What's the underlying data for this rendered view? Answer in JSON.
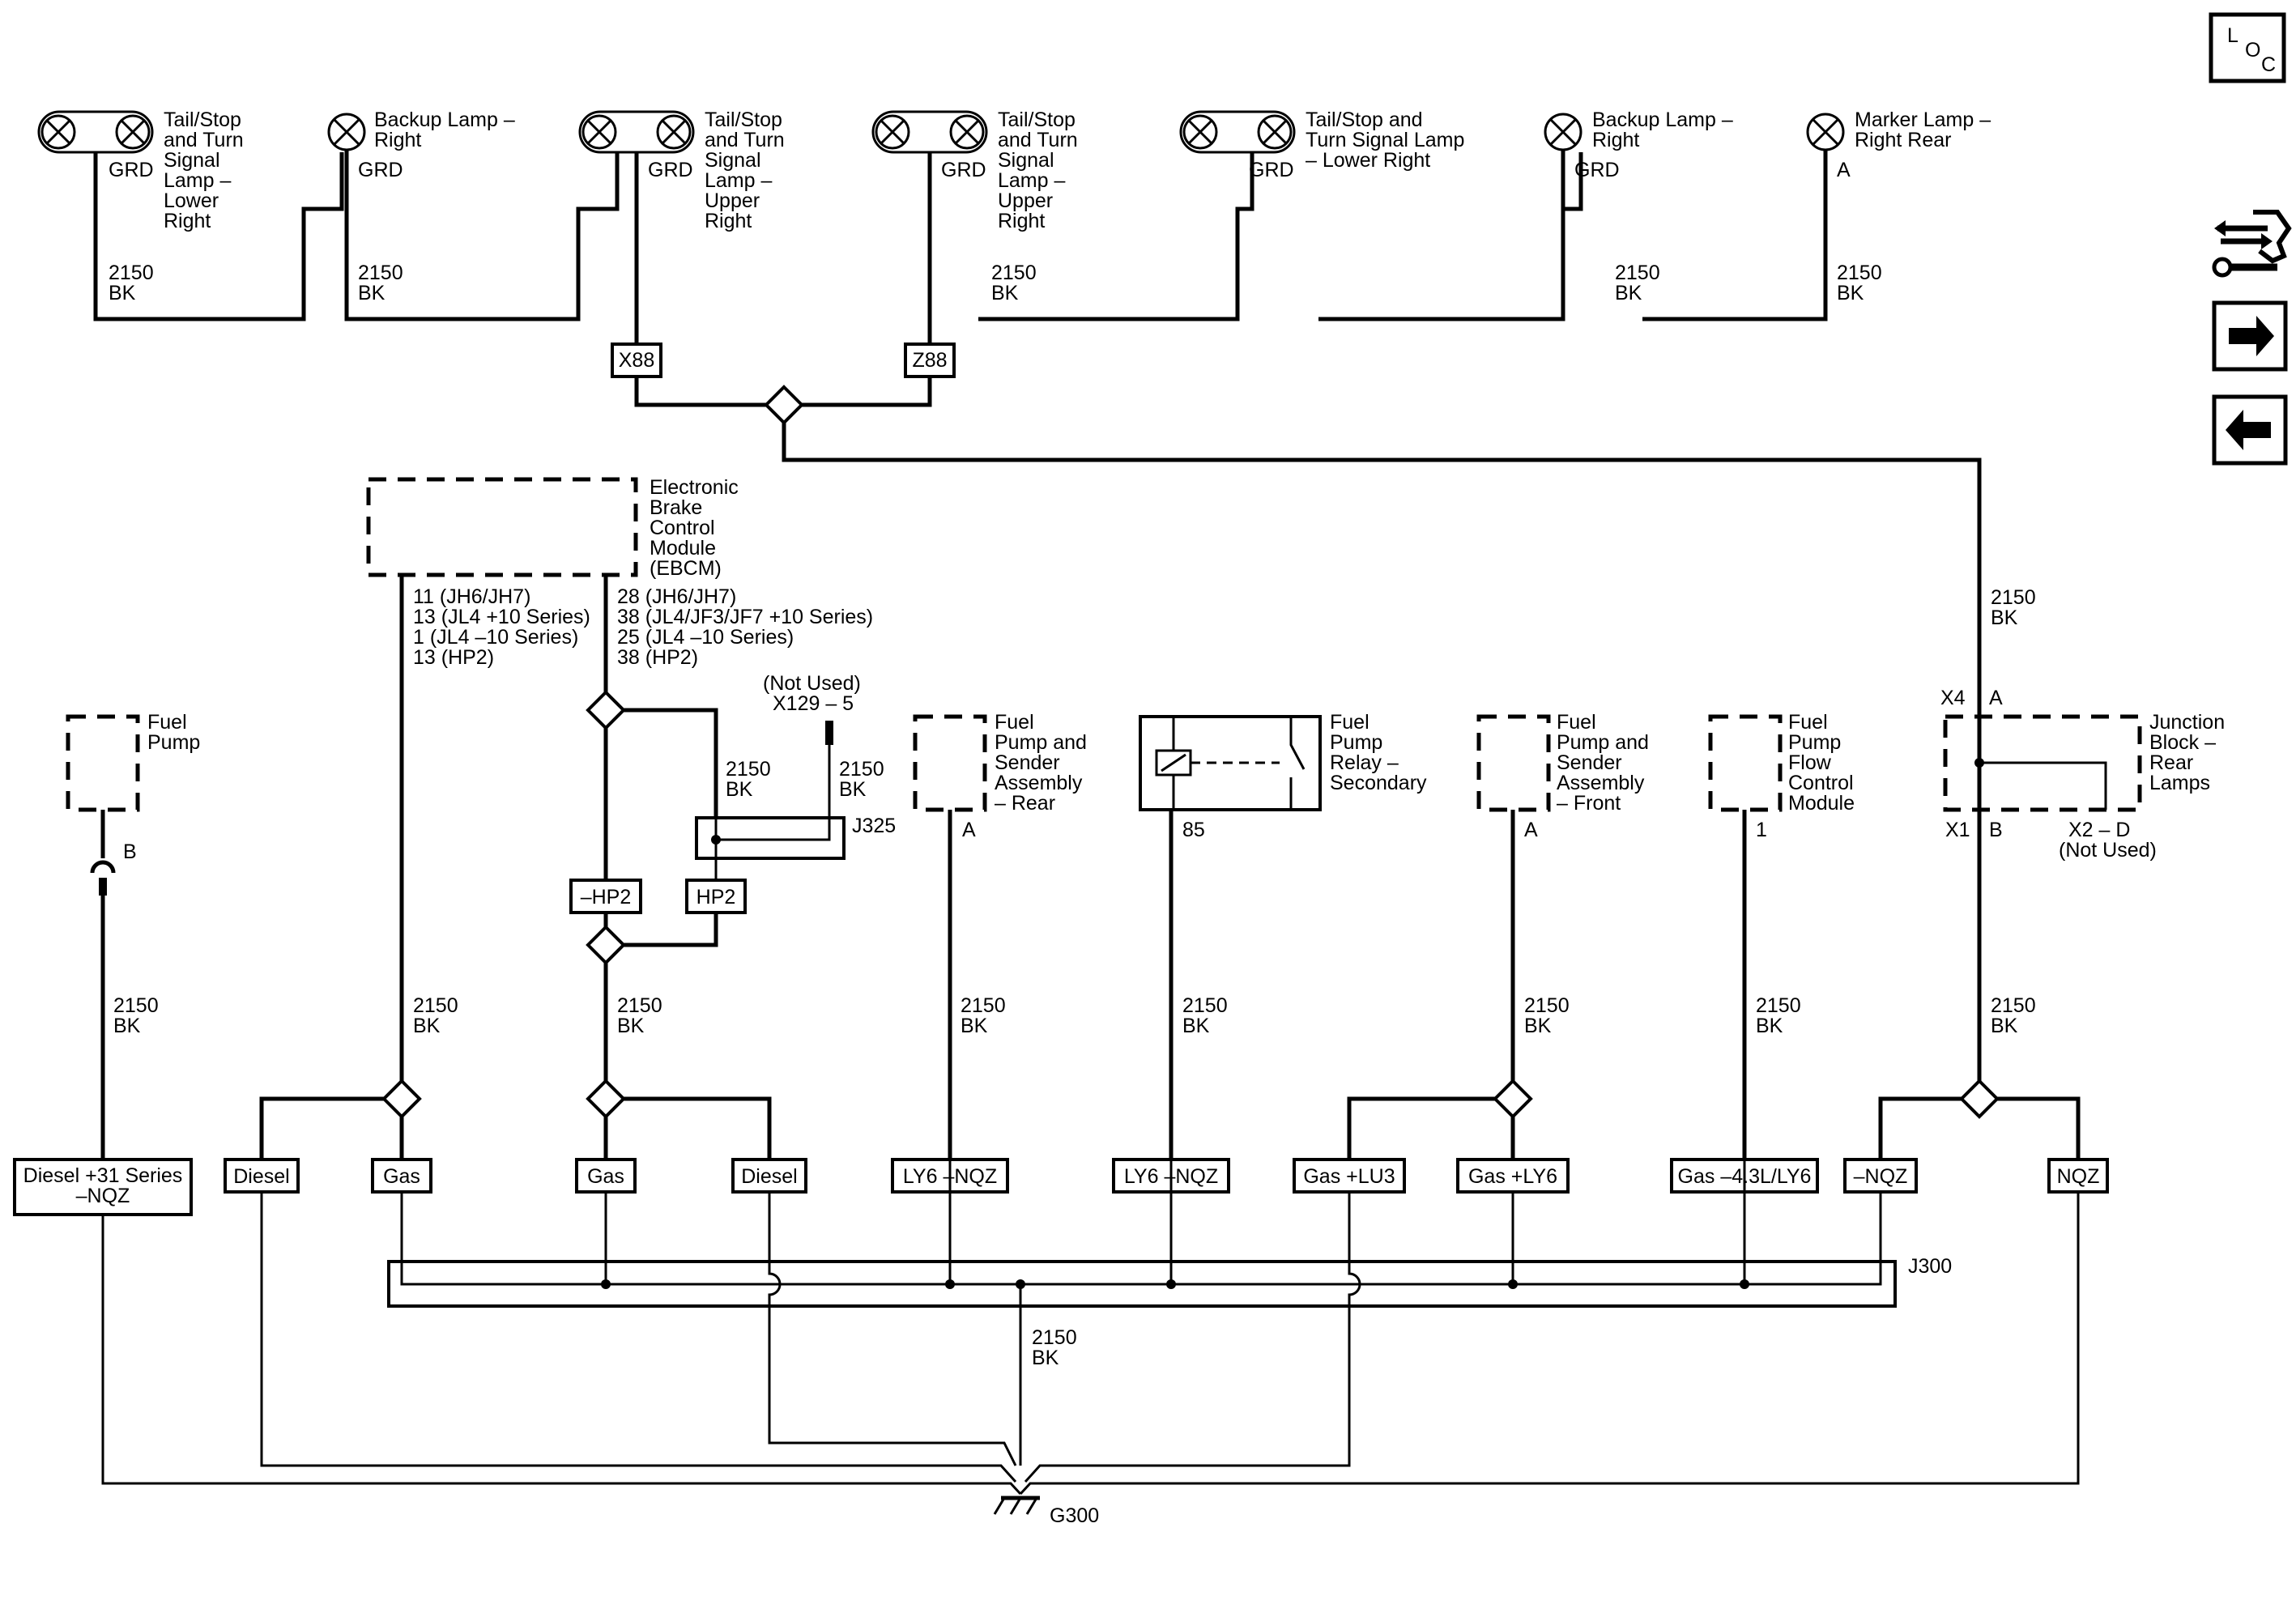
{
  "lamps": {
    "l1": {
      "name": [
        "Tail/Stop",
        "and Turn",
        "Signal",
        "Lamp –",
        "Lower",
        "Right"
      ],
      "pin": "GRD",
      "circuit": "2150",
      "color": "BK"
    },
    "l2": {
      "name": [
        "Backup Lamp –",
        "Right"
      ],
      "pin": "GRD",
      "circuit": "2150",
      "color": "BK"
    },
    "l3": {
      "name": [
        "Tail/Stop",
        "and Turn",
        "Signal",
        "Lamp –",
        "Upper",
        "Right"
      ],
      "pin": "GRD"
    },
    "l4": {
      "name": [
        "Tail/Stop",
        "and Turn",
        "Signal",
        "Lamp –",
        "Upper",
        "Right"
      ],
      "pin": "GRD",
      "circuit": "2150",
      "color": "BK"
    },
    "l5": {
      "name": [
        "Tail/Stop and",
        "Turn Signal Lamp",
        "– Lower Right"
      ],
      "pin": "GRD"
    },
    "l6": {
      "name": [
        "Backup Lamp –",
        "Right"
      ],
      "pin": "GRD",
      "circuit": "2150",
      "color": "BK"
    },
    "l7": {
      "name": [
        "Marker Lamp –",
        "Right Rear"
      ],
      "pin": "A",
      "circuit": "2150",
      "color": "BK"
    }
  },
  "options": {
    "x88": "X88",
    "z88": "Z88",
    "minus_hp2": "–HP2",
    "hp2": "HP2"
  },
  "ebcm": {
    "name": [
      "Electronic",
      "Brake",
      "Control",
      "Module",
      "(EBCM)"
    ],
    "left_pins": [
      "11 (JH6/JH7)",
      "13 (JL4 +10 Series)",
      "1 (JL4 –10 Series)",
      "13 (HP2)"
    ],
    "right_pins": [
      "28 (JH6/JH7)",
      "38 (JL4/JF3/JF7 +10 Series)",
      "25 (JL4 –10 Series)",
      "38 (HP2)"
    ]
  },
  "x129": {
    "status": "(Not Used)",
    "pin": "X129 – 5"
  },
  "j325": "J325",
  "fuel_pump": {
    "name": [
      "Fuel",
      "Pump"
    ],
    "pin": "B"
  },
  "fp_rear": {
    "name": [
      "Fuel",
      "Pump and",
      "Sender",
      "Assembly",
      "– Rear"
    ],
    "pin": "A"
  },
  "fp_relay": {
    "name": [
      "Fuel",
      "Pump",
      "Relay –",
      "Secondary"
    ],
    "pin": "85"
  },
  "fp_front": {
    "name": [
      "Fuel",
      "Pump and",
      "Sender",
      "Assembly",
      "– Front"
    ],
    "pin": "A"
  },
  "fp_flow": {
    "name": [
      "Fuel",
      "Pump",
      "Flow",
      "Control",
      "Module"
    ],
    "pin": "1"
  },
  "jb": {
    "name": [
      "Junction",
      "Block –",
      "Rear",
      "Lamps"
    ],
    "x4": "X4",
    "x4_pin": "A",
    "x1": "X1",
    "x1_pin": "B",
    "x2": "X2 – D",
    "x2_status": "(Not Used)"
  },
  "wire": {
    "circuit": "2150",
    "color": "BK"
  },
  "variants": {
    "v1": [
      "Diesel +31 Series",
      "–NQZ"
    ],
    "v2": "Diesel",
    "v3": "Gas",
    "v4": "Gas",
    "v5": "Diesel",
    "v6": "LY6 –NQZ",
    "v7": "LY6 –NQZ",
    "v8": "Gas +LU3",
    "v9": "Gas +LY6",
    "v10": "Gas –4.3L/LY6",
    "v11": "–NQZ",
    "v12": "NQZ"
  },
  "j300": "J300",
  "g300": "G300",
  "nav": {
    "loc": [
      "L",
      "O",
      "C"
    ],
    "service_icon": "wrench-arrows-icon",
    "next_icon": "arrow-right-icon",
    "prev_icon": "arrow-left-icon"
  }
}
